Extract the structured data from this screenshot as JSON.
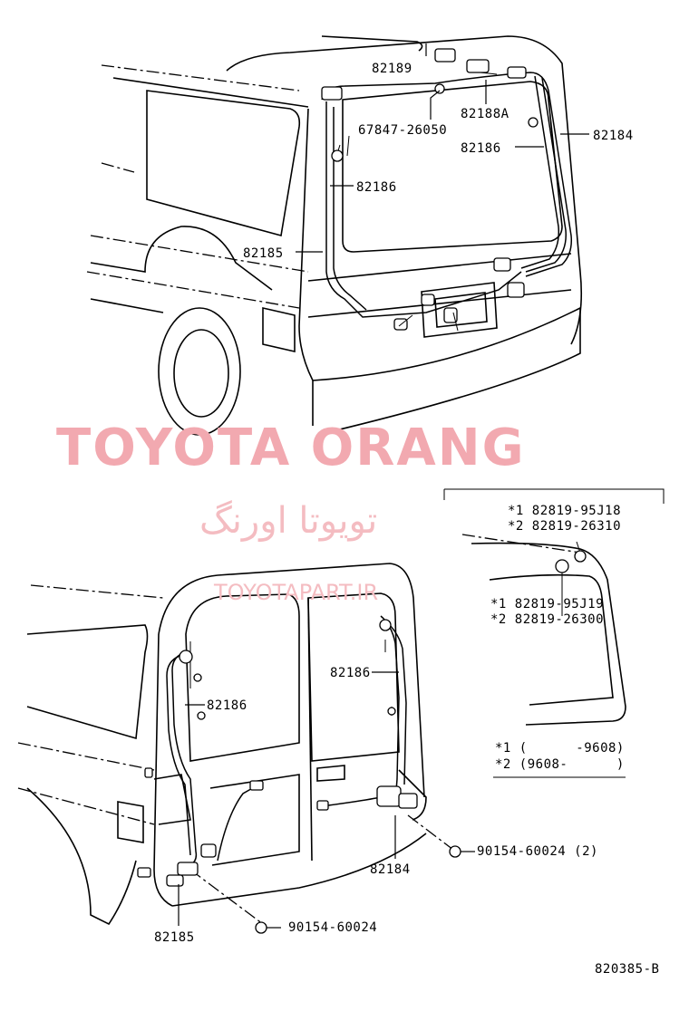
{
  "watermark": {
    "brand": "TOYOTA ORANG",
    "brand_fa": "تویوتا اورنگ",
    "url": "TOYOTAPART.IR"
  },
  "top_view": {
    "labels": [
      "82189",
      "82188A",
      "67847-26050",
      "82186",
      "82184",
      "82186",
      "82185"
    ]
  },
  "bottom_view": {
    "labels": [
      "82186",
      "82186",
      "82184",
      "82185",
      "90154-60024 (2)",
      "90154-60024"
    ]
  },
  "inset": {
    "lines": [
      "*1 82819-95J18",
      "*2 82819-26310",
      "*1 82819-95J19",
      "*2 82819-26300"
    ]
  },
  "legend": {
    "lines": [
      "*1 (      -9608)",
      "*2 (9608-      )"
    ]
  },
  "figure_code": "820385-B"
}
